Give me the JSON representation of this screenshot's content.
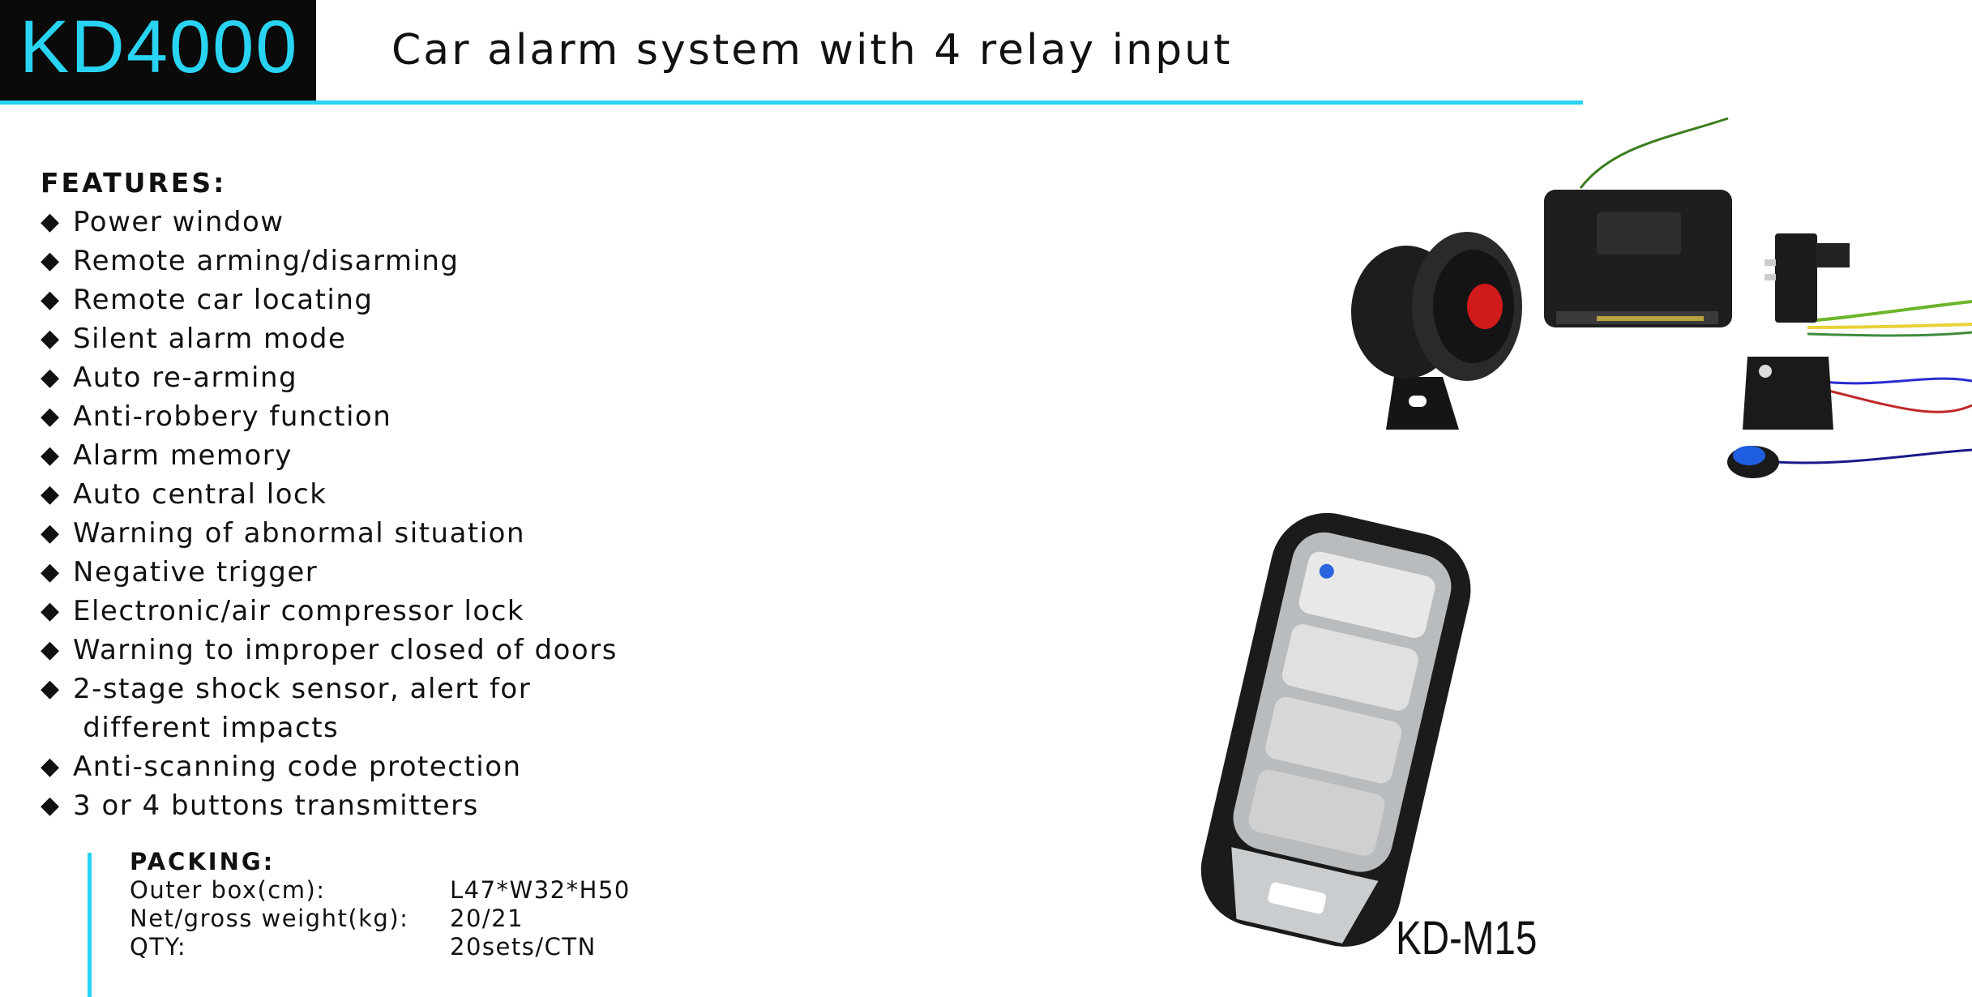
{
  "header": {
    "model": "KD4000",
    "title": "Car alarm system with 4 relay input"
  },
  "features": {
    "heading": "FEATURES:",
    "bullet": "◆",
    "items": [
      "Power window",
      "Remote arming/disarming",
      "Remote car locating",
      "Silent alarm mode",
      "Auto re-arming",
      "Anti-robbery function",
      "Alarm memory",
      "Auto central lock",
      "Warning of abnormal situation",
      "Negative trigger",
      "Electronic/air compressor lock",
      "Warning to improper closed of doors",
      "2-stage shock sensor, alert for",
      " different impacts",
      "Anti-scanning code protection",
      "3 or 4 buttons transmitters"
    ]
  },
  "packing": {
    "heading": "PACKING:",
    "rows": [
      {
        "label": "Outer box(cm):",
        "value": "L47*W32*H50"
      },
      {
        "label": "Net/gross weight(kg):",
        "value": " 20/21"
      },
      {
        "label": "QTY:",
        "value": " 20sets/CTN"
      }
    ]
  },
  "product": {
    "remote_model": "KD-M15",
    "icons": [
      "siren-icon",
      "control-unit-icon",
      "relay-icon",
      "shock-sensor-icon",
      "led-indicator-icon",
      "remote-key-fob-icon"
    ]
  },
  "colors": {
    "accent": "#29d3f2",
    "header_bg": "#0a0a0a"
  }
}
